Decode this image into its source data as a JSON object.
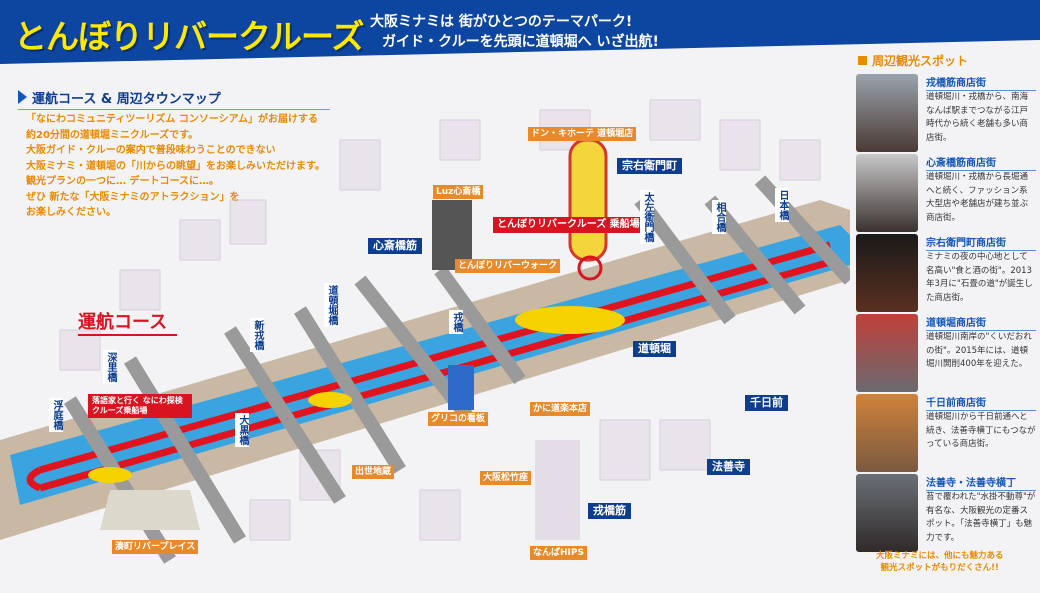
{
  "header": {
    "logo": "とんぼりリバークルーズ",
    "tagline": [
      "大阪ミナミは 街がひとつのテーマパーク!",
      "ガイド・クルーを先頭に道頓堀へ いざ出航!"
    ]
  },
  "section_title": "運航コース & 周辺タウンマップ",
  "intro": [
    "「なにわコミュニティツーリズム コンソーシアム」がお届けする",
    "約20分間の道頓堀ミニクルーズです。",
    "大阪ガイド・クルーの案内で普段味わうことのできない",
    "大阪ミナミ・道頓堀の「川からの眺望」をお楽しみいただけます。",
    "観光プランの一つに… デートコースに…。",
    "ぜひ 新たな「大阪ミナミのアトラクション」を",
    "お楽しみください。"
  ],
  "map": {
    "course_label": "運航コース",
    "orange": [
      "ドン・キホーテ 道頓堀店",
      "Luz心斎橋",
      "とんぼりリバーウォーク",
      "かに道楽本店",
      "グリコの看板",
      "大阪松竹座",
      "出世地蔵",
      "湊町リバープレイス",
      "なんばHIPS"
    ],
    "red": [
      "とんぼりリバークルーズ 乗船場",
      "落語家と行く なにわ探検クルーズ乗船場"
    ],
    "blue": [
      "宗右衛門町",
      "心斎橋筋",
      "道頓堀",
      "千日前",
      "法善寺",
      "戎橋筋"
    ],
    "bridges": [
      "太左衛門橋",
      "相合橋",
      "日本橋",
      "戎橋",
      "道頓堀橋",
      "新戎橋",
      "大黒橋",
      "深里橋",
      "浮庭橋"
    ],
    "colors": {
      "canal": "#3aa4e0",
      "course": "#e0141e"
    }
  },
  "sidebar": {
    "title": "周辺観光スポット",
    "spots": [
      {
        "name": "戎橋筋商店街",
        "desc": "道頓堀川・戎橋から、南海なんば駅までつながる江戸時代から続く老舗も多い商店街。"
      },
      {
        "name": "心斎橋筋商店街",
        "desc": "道頓堀川・戎橋から長堀通へと続く、ファッション系大型店や老舗店が建ち並ぶ商店街。"
      },
      {
        "name": "宗右衛門町商店街",
        "desc": "ミナミの夜の中心地として名高い\"食と酒の街\"。2013年3月に\"石畳の道\"が誕生した商店街。"
      },
      {
        "name": "道頓堀商店街",
        "desc": "道頓堀川南岸の\"くいだおれの街\"。2015年には、道頓堀川開削400年を迎えた。"
      },
      {
        "name": "千日前商店街",
        "desc": "道頓堀川から千日前通へと続き、法善寺横丁にもつながっている商店街。"
      },
      {
        "name": "法善寺・法善寺横丁",
        "desc": "苔で覆われた\"水掛不動尊\"が有名な、大阪観光の定番スポット。「法善寺横丁」も魅力です。"
      }
    ],
    "footer": [
      "大阪ミナミには、他にも魅力ある",
      "観光スポットがもりだくさん!!"
    ]
  }
}
